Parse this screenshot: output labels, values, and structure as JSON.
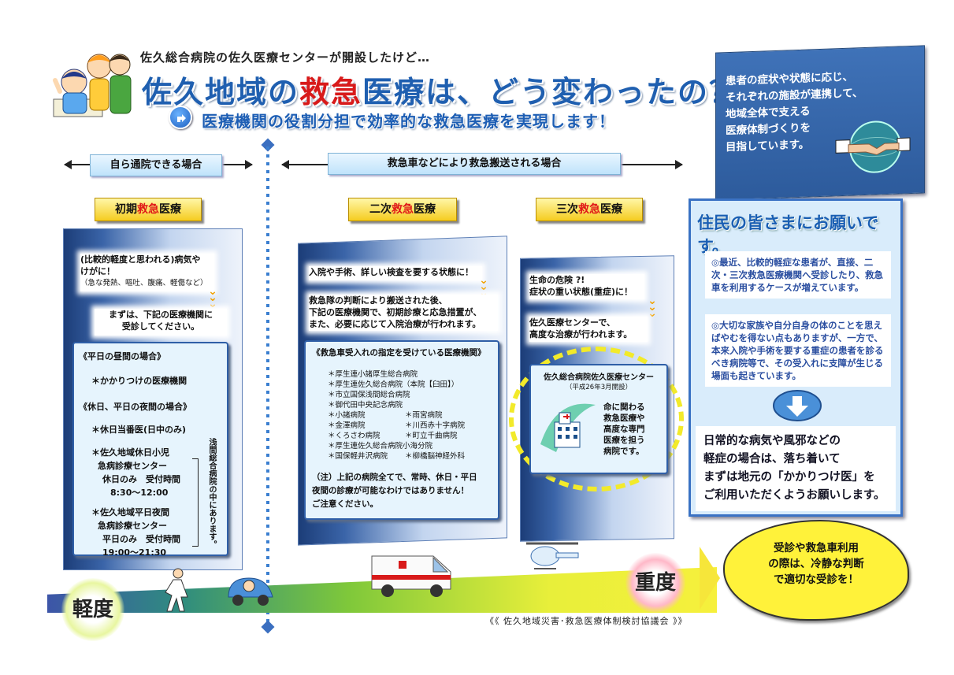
{
  "header": {
    "pre_title": "佐久総合病院の佐久医療センターが開設したけど…",
    "title_part1": "佐久地域の",
    "title_red": "救急",
    "title_part2": "医療は、どう変わったの？",
    "subtitle": "医療機関の役割分担で効率的な救急医療を実現します！"
  },
  "blue_note": {
    "lines": [
      "患者の症状や状態に応じ、",
      "それぞれの施設が連携して、",
      "地域全体で支える",
      "医療体制づくりを",
      "目指しています。"
    ]
  },
  "top_headers": {
    "self_visit": "自ら通院できる場合",
    "ambulance": "救急車などにより救急搬送される場合"
  },
  "levels": {
    "primary": {
      "pre": "初期",
      "red": "救急",
      "post": "医療"
    },
    "secondary": {
      "pre": "二次",
      "red": "救急",
      "post": "医療"
    },
    "tertiary": {
      "pre": "三次",
      "red": "救急",
      "post": "医療"
    }
  },
  "primary": {
    "card1_l1": "(比較的軽度と思われる)病気や",
    "card1_l2": "けがに！",
    "card1_l3": "（急な発熱、嘔吐、腹痛、軽傷など）",
    "card2_l1": "まずは、下記の医療機関に",
    "card2_l2": "受診してください。",
    "weekday_day": "《平日の昼間の場合》",
    "family_doctor": "＊かかりつけの医療機関",
    "holiday_night": "《休日、平日の夜間の場合》",
    "holiday_doctor": "＊休日当番医(日中のみ)",
    "pediatric_l1": "＊佐久地域休日小児",
    "pediatric_l2": "急病診療センター",
    "pediatric_l3": "休日のみ　受付時間",
    "pediatric_l4": "8:30～12:00",
    "night_l1": "＊佐久地域平日夜間",
    "night_l2": "急病診療センター",
    "night_l3": "平日のみ　受付時間",
    "night_l4": "19:00～21:30",
    "vertical_note": "浅間総合病院の中にあります。"
  },
  "secondary": {
    "card1": "入院や手術、詳しい検査を要する状態に！",
    "card2_l1": "救急隊の判断により搬送された後、",
    "card2_l2": "下記の医療機関で、初期診療と応急措置が、",
    "card2_l3": "また、必要に応じて入院治療が行われます。",
    "list_title": "《救急車受入れの指定を受けている医療機関》",
    "hospitals": [
      "＊厚生連小諸厚生総合病院",
      "＊厚生連佐久総合病院（本院【臼田】）",
      "＊市立国保浅間総合病院",
      "＊御代田中央記念病院"
    ],
    "pairs": [
      [
        "＊小諸病院",
        "＊雨宮病院"
      ],
      [
        "＊金澤病院",
        "＊川西赤十字病院"
      ],
      [
        "＊くろさわ病院",
        "＊町立千曲病院"
      ]
    ],
    "hospitals2": [
      "＊厚生連佐久総合病院小海分院"
    ],
    "last_pair": [
      "＊国保軽井沢病院",
      "＊柳橋脳神経外科"
    ],
    "note_l1": "（注）上記の病院全てで、常時、休日・平日",
    "note_l2": "夜間の診療が可能なわけではありません！",
    "note_l3": "ご注意ください。"
  },
  "tertiary": {
    "card1_l1": "生命の危険 ?!",
    "card1_l2": "症状の重い状態(重症)に！",
    "card2_l1": "佐久医療センターで、",
    "card2_l2": "高度な治療が行われます。",
    "center_name": "佐久総合病院佐久医療センター",
    "center_opened": "（平成26年3月開設）",
    "center_desc_l1": "命に関わる",
    "center_desc_l2": "救急医療や",
    "center_desc_l3": "高度な専門",
    "center_desc_l4": "医療を担う",
    "center_desc_l5": "病院です。"
  },
  "residents": {
    "title": "住民の皆さまにお願いです。",
    "card1": "◎最近、比較的軽症な患者が、直接、二次・三次救急医療機関へ受診したり、救急車を利用するケースが増えています。",
    "card2": "◎大切な家族や自分自身の体のことを思えばやむを得ない点もありますが、一方で、本来入院や手術を要する重症の患者を診るべき病院等で、その受入れに支障が生じる場面も起きています。",
    "foot_l1": "日常的な病気や風邪などの",
    "foot_l2": "軽症の場合は、落ち着いて",
    "foot_l3": "まずは地元の「かかりつけ医」を",
    "foot_l4": "ご利用いただくようお願いします。"
  },
  "bottom": {
    "mild": "軽度",
    "severe": "重度",
    "cloud_l1": "受診や救急車利用",
    "cloud_l2": "の際は、冷静な判断",
    "cloud_l3": "で適切な受診を！",
    "footer": "《《 佐久地域災害･救急医療体制検討協議会 》》"
  },
  "colors": {
    "title_blue": "#1f5fb0",
    "accent_red": "#d81a1a",
    "panel_blue": "#2f5fa7",
    "level_yellow": "#f5cc20",
    "cloud_yellow": "#fff23a"
  },
  "icons": [
    "family-illustration-icon",
    "right-turn-arrow-icon",
    "handshake-globe-icon",
    "down-arrow-icon",
    "hospital-building-icon",
    "doctor-running-icon",
    "car-driver-icon",
    "ambulance-icon",
    "helicopter-icon"
  ]
}
